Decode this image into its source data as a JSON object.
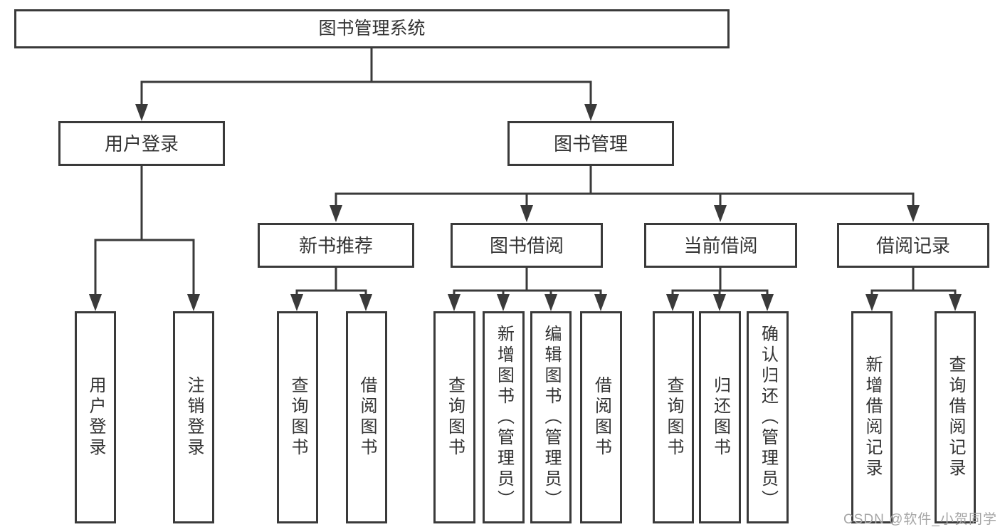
{
  "diagram": {
    "title": "图书管理系统",
    "watermark": "CSDN @软件_小贺同学",
    "line_color": "#3a3a3a",
    "text_color": "#333333",
    "nodes": {
      "root": "图书管理系统",
      "user_login": "用户登录",
      "book_mgmt": "图书管理",
      "login": "用户登录",
      "logout": "注销登录",
      "new_book_rec": "新书推荐",
      "book_borrow": "图书借阅",
      "current_borrow": "当前借阅",
      "borrow_records": "借阅记录",
      "nbr_query_book": "查询图书",
      "nbr_borrow_book": "借阅图书",
      "bb_query_book": "查询图书",
      "bb_add_book": "新增图书（管理员）",
      "bb_edit_book": "编辑图书（管理员）",
      "bb_borrow_book": "借阅图书",
      "cb_query_book": "查询图书",
      "cb_return_book": "归还图书",
      "cb_confirm_return": "确认归还（管理员）",
      "br_add_record": "新增借阅记录",
      "br_query_record": "查询借阅记录"
    },
    "hierarchy": {
      "root": [
        "user_login",
        "book_mgmt"
      ],
      "user_login": [
        "login",
        "logout"
      ],
      "book_mgmt": [
        "new_book_rec",
        "book_borrow",
        "current_borrow",
        "borrow_records"
      ],
      "new_book_rec": [
        "nbr_query_book",
        "nbr_borrow_book"
      ],
      "book_borrow": [
        "bb_query_book",
        "bb_add_book",
        "bb_edit_book",
        "bb_borrow_book"
      ],
      "current_borrow": [
        "cb_query_book",
        "cb_return_book",
        "cb_confirm_return"
      ],
      "borrow_records": [
        "br_add_record",
        "br_query_record"
      ]
    }
  }
}
